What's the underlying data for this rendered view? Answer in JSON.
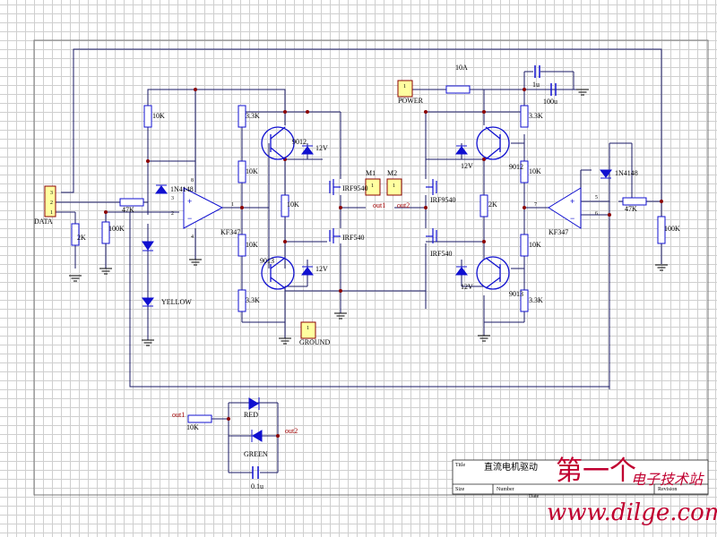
{
  "connectors": {
    "data": "DATA",
    "power": "POWER",
    "ground": "GROUND",
    "m1": "M1",
    "m2": "M2",
    "pin1": "1",
    "pin2": "2",
    "pin3": "3"
  },
  "fuse": "10A",
  "resistors": {
    "r10k": "10K",
    "r3k3": "3.3K",
    "r2k": "2K",
    "r100k": "100K",
    "r47k": "47K"
  },
  "transistors": {
    "pnp": "9012",
    "npn": "9013"
  },
  "mosfets": {
    "p": "IRF9540",
    "n": "IRF540"
  },
  "diodes": {
    "signal": "1N4148",
    "zener": "12V"
  },
  "leds": {
    "yellow": "YELLOW",
    "red": "RED",
    "green": "GREEN"
  },
  "opamp": {
    "part": "KF347",
    "pins": {
      "p8": "8",
      "p4": "4",
      "p1": "1",
      "p3": "3",
      "p2": "2",
      "p5": "5",
      "p6": "6",
      "p7": "7"
    }
  },
  "nets": {
    "out1": "out1",
    "out2": "out2"
  },
  "caps": {
    "c1u": "1u",
    "c100u": "100u",
    "c01u": "0.1u"
  },
  "title_block": {
    "title_label": "Title",
    "title": "直流电机驱动",
    "size_label": "Size",
    "number_label": "Number",
    "revision_label": "Revision",
    "date_label": "Date"
  },
  "watermark": {
    "cn": "第一个",
    "sub": "电子技术站",
    "url": "www.dilge.com"
  },
  "colors": {
    "wire": "#1a1a66",
    "component": "#1010d0",
    "net_label": "#a00000",
    "connector_fill": "#ffffa0",
    "watermark": "#c00030"
  }
}
